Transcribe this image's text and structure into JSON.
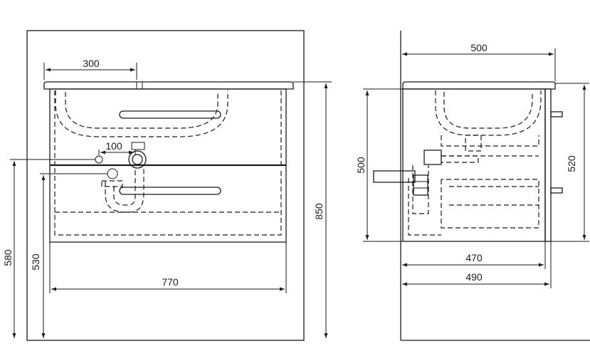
{
  "front_view": {
    "dimensions": {
      "basin_offset": "300",
      "drain_offset": "100",
      "cabinet_width": "770",
      "total_height": "850",
      "drain_height_580": "580",
      "drain_height_530": "530"
    }
  },
  "side_view": {
    "dimensions": {
      "top_depth": "500",
      "cabinet_height": "500",
      "drawer_height": "520",
      "cabinet_depth": "470",
      "overall_depth": "490"
    }
  }
}
